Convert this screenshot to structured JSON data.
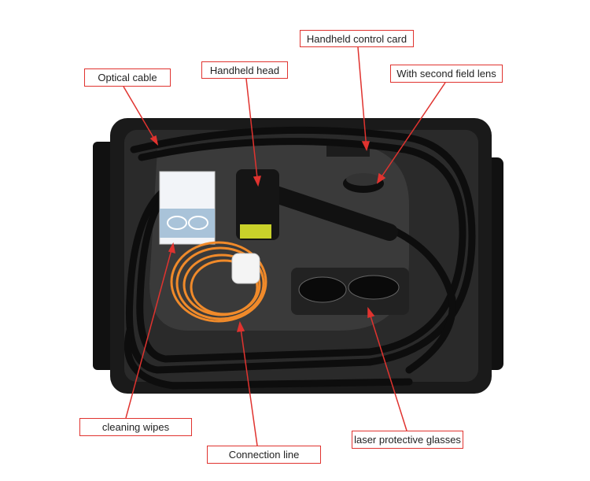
{
  "colors": {
    "callout": "#e0332f",
    "case": "#1a1a1a",
    "foam": "#3a3a3a",
    "connection_line": "#f08a2a"
  },
  "labels": {
    "optical_cable": "Optical cable",
    "handheld_head": "Handheld head",
    "handheld_control_card": "Handheld control card",
    "second_field_lens": "With second field lens",
    "cleaning_wipes": "cleaning wipes",
    "connection_line": "Connection line",
    "laser_glasses": "laser protective glasses"
  }
}
